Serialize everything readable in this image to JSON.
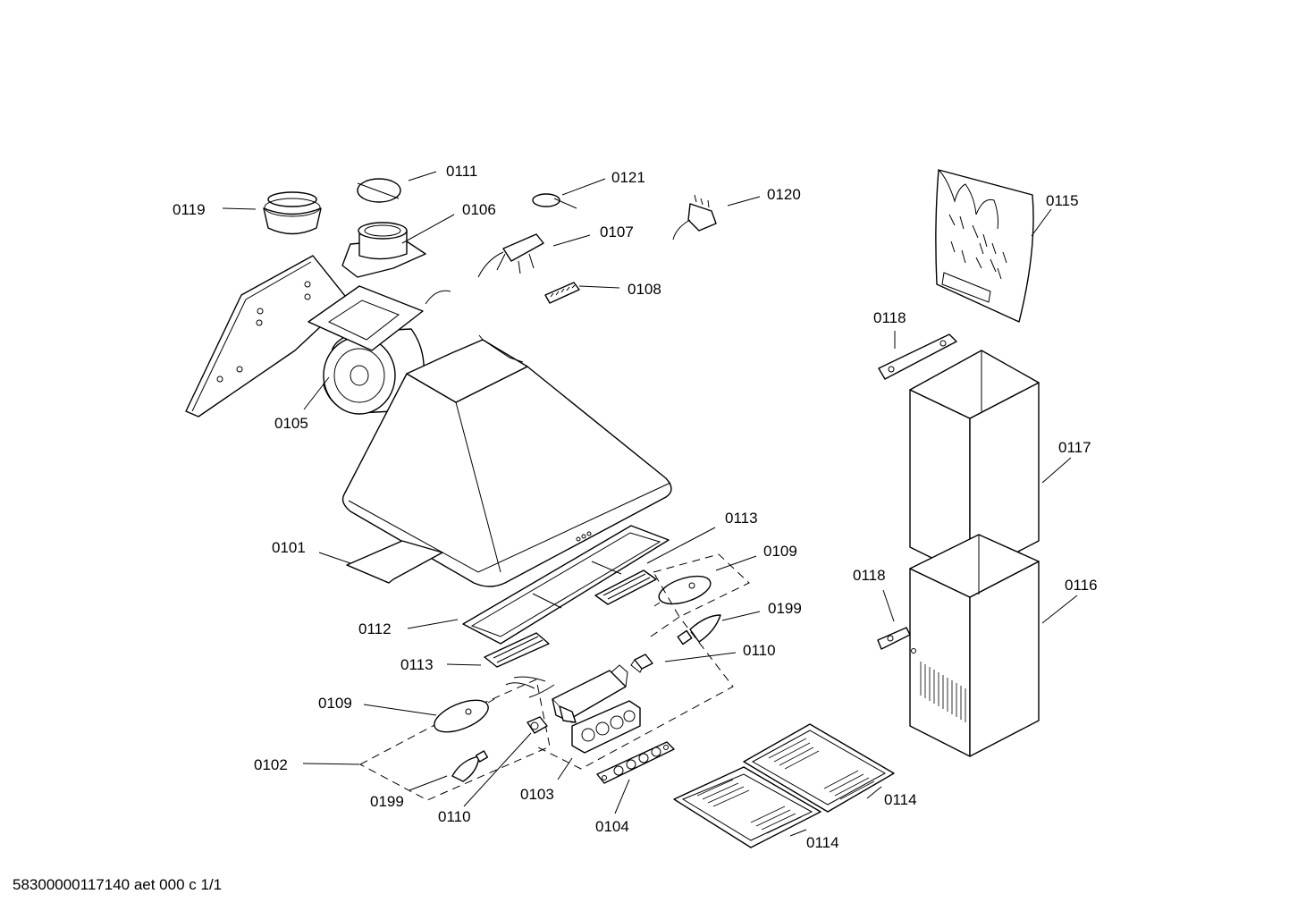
{
  "diagram": {
    "labels": {
      "p0119": "0119",
      "p0111": "0111",
      "p0106": "0106",
      "p0121": "0121",
      "p0120": "0120",
      "p0107": "0107",
      "p0108": "0108",
      "p0105": "0105",
      "p0101": "0101",
      "p0113a": "0113",
      "p0109a": "0109",
      "p0199a": "0199",
      "p0112": "0112",
      "p0113b": "0113",
      "p0110a": "0110",
      "p0109b": "0109",
      "p0102": "0102",
      "p0199b": "0199",
      "p0110b": "0110",
      "p0103": "0103",
      "p0104": "0104",
      "p0114a": "0114",
      "p0114b": "0114",
      "p0115": "0115",
      "p0118a": "0118",
      "p0117": "0117",
      "p0118b": "0118",
      "p0116": "0116"
    }
  },
  "footer": {
    "text": "58300000117140 aet 000 c 1/1"
  }
}
